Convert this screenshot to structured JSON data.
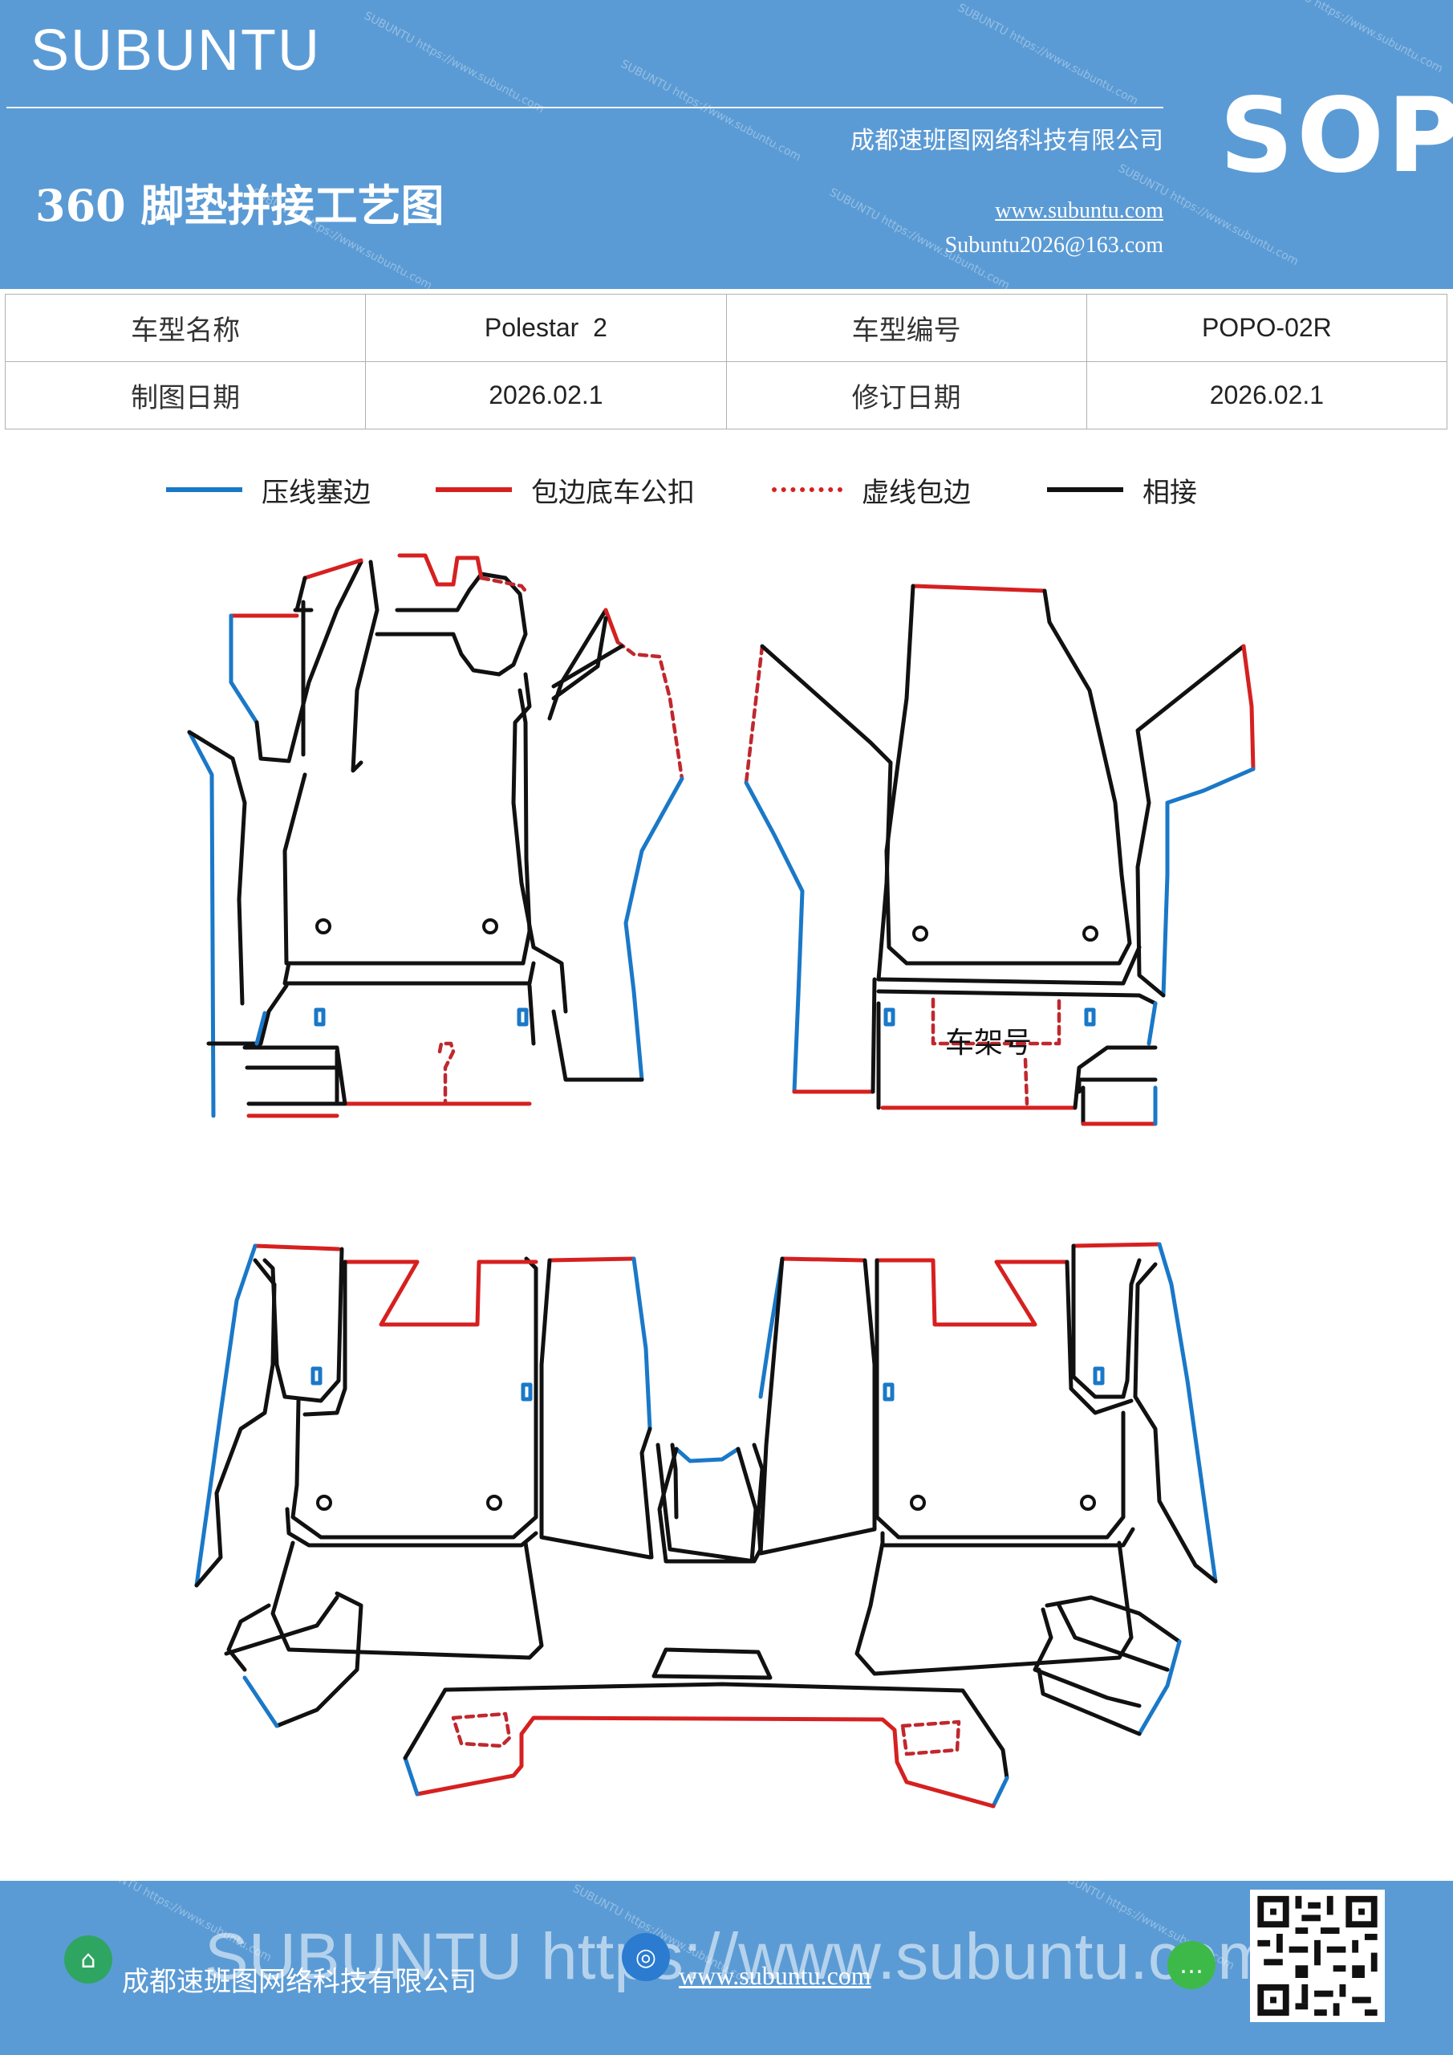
{
  "header": {
    "brand": "SUBUNTU",
    "title": "360 脚垫拼接工艺图",
    "company": "成都速班图网络科技有限公司",
    "website": "www.subuntu.com",
    "email": "Subuntu2026@163.com",
    "badge": "SOP"
  },
  "info_table": {
    "rows": [
      [
        {
          "label": "车型名称",
          "value": "Polestar  2"
        },
        {
          "label": "车型编号",
          "value": "POPO-02R"
        }
      ],
      [
        {
          "label": "制图日期",
          "value": "2026.02.1"
        },
        {
          "label": "修订日期",
          "value": "2026.02.1"
        }
      ]
    ]
  },
  "legend": [
    {
      "label": "压线塞边",
      "color": "#1a78c8",
      "style": "solid"
    },
    {
      "label": "包边底车公扣",
      "color": "#d62020",
      "style": "solid"
    },
    {
      "label": "虚线包边",
      "color": "#d62020",
      "style": "dotted"
    },
    {
      "label": "相接",
      "color": "#111111",
      "style": "solid"
    }
  ],
  "diagram": {
    "frame_label": "车架号",
    "colors": {
      "seam_press": "#1a78c8",
      "edge_clip": "#d62020",
      "joined": "#111111"
    }
  },
  "footer": {
    "company": "成都速班图网络科技有限公司",
    "website": "www.subuntu.com",
    "watermark": "SUBUNTU https://www.subuntu.com"
  }
}
